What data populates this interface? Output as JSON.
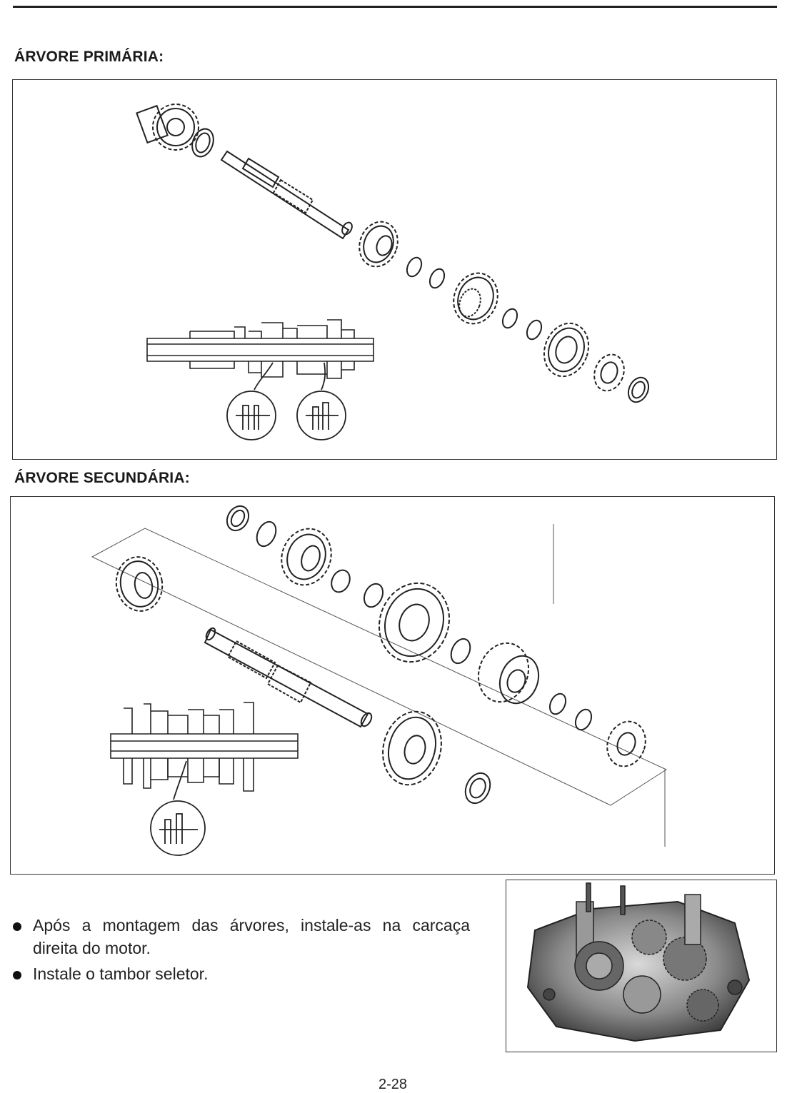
{
  "sections": {
    "primary_title": "ÁRVORE PRIMÁRIA:",
    "secondary_title": "ÁRVORE SECUNDÁRIA:"
  },
  "instructions": [
    "Após a montagem das árvores, instale-as na carcaça direita do motor.",
    "Instale o tambor seletor."
  ],
  "page_number": "2-28",
  "icons": {
    "primary_figure": "exploded-gear-shaft-diagram",
    "secondary_figure": "exploded-gear-shaft-diagram",
    "photo": "engine-crankcase-photo",
    "bullet": "filled-circle"
  }
}
